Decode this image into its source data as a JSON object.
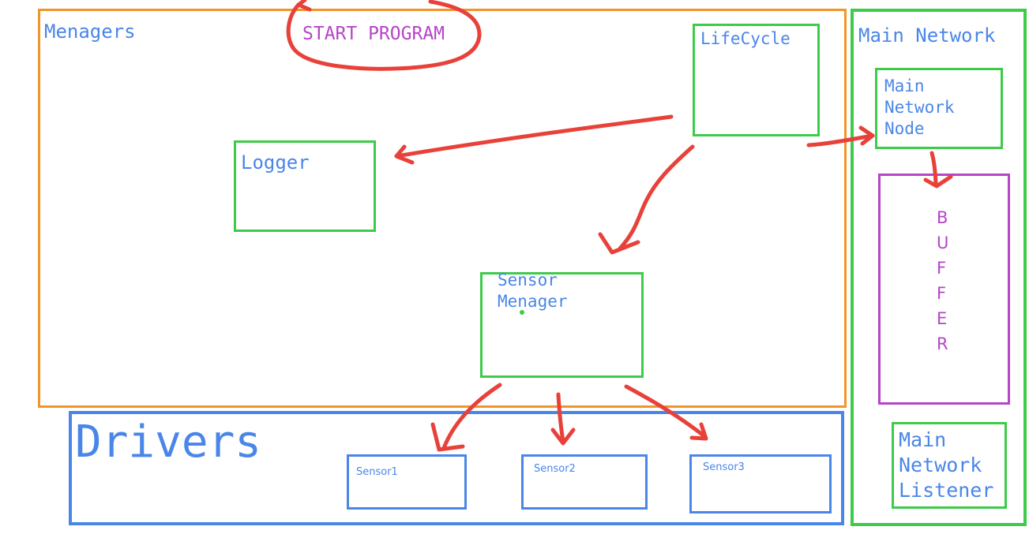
{
  "colors": {
    "orange": "#f0952a",
    "green": "#3ecb4a",
    "blue": "#4a86e8",
    "purple": "#b645c8",
    "red": "#e8413a",
    "text_blue": "#4a86e8",
    "text_purple": "#b645c8"
  },
  "managers": {
    "title": "Menagers",
    "start": "START PROGRAM",
    "lifecycle": "LifeCycle",
    "logger": "Logger",
    "sensor_manager_line1": "Sensor",
    "sensor_manager_line2": "Menager"
  },
  "drivers": {
    "title": "Drivers",
    "sensors": [
      "Sensor1",
      "Sensor2",
      "Sensor3"
    ]
  },
  "network": {
    "title": "Main Network",
    "node_line1": "Main",
    "node_line2": "Network",
    "node_line3": "Node",
    "buffer_letters": [
      "B",
      "U",
      "F",
      "F",
      "E",
      "R"
    ],
    "listener_line1": "Main",
    "listener_line2": "Network",
    "listener_line3": "Listener"
  }
}
